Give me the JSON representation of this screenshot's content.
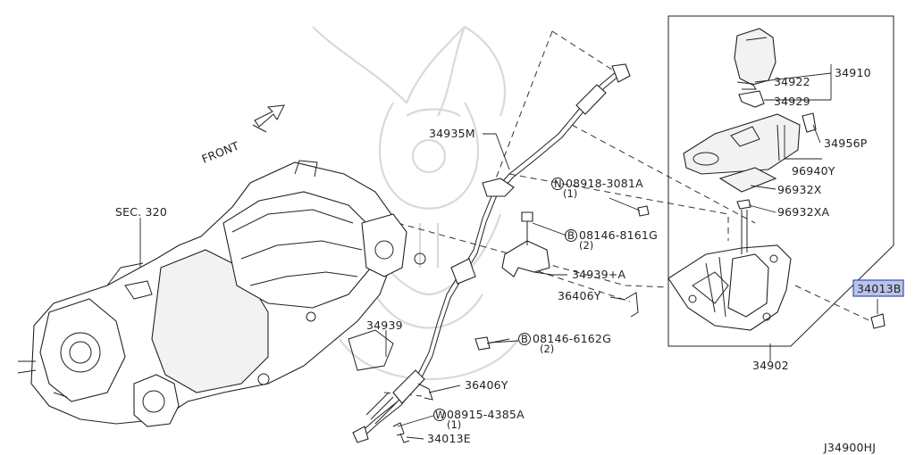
{
  "diagram": {
    "labels": {
      "front": "FRONT",
      "sec": "SEC. 320",
      "p34935M": "34935M",
      "p34939": "34939",
      "p34939A": "34939+A",
      "p36406Y_a": "36406Y",
      "p36406Y_b": "36406Y",
      "p34013E": "34013E",
      "p34910": "34910",
      "p34922": "34922",
      "p34929": "34929",
      "p34956P": "34956P",
      "p96940Y": "96940Y",
      "p96932X": "96932X",
      "p96932XA": "96932XA",
      "p34902": "34902",
      "p34013B": "34013B",
      "n_code": "08918-3081A",
      "n_qty": "(1)",
      "b1_code": "08146-8161G",
      "b1_qty": "(2)",
      "b2_code": "08146-6162G",
      "b2_qty": "(2)",
      "w_code": "08915-4385A",
      "w_qty": "(1)",
      "diagram_id": "J34900HJ"
    },
    "markers": {
      "n": "N",
      "b1": "B",
      "b2": "B",
      "w": "W"
    },
    "colors": {
      "line": "#222222",
      "highlight_fill": "#b8c4ea",
      "highlight_stroke": "#3b4fa0",
      "watermark": "#d9d9d9"
    }
  }
}
